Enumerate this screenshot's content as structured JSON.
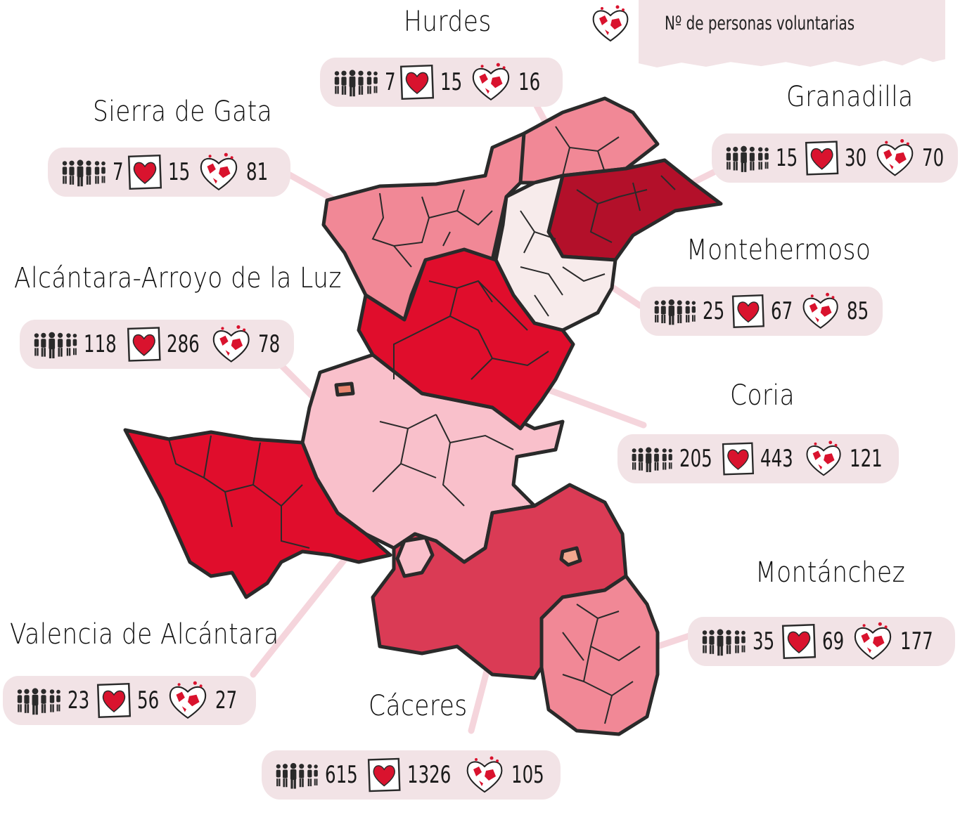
{
  "legend": {
    "label": "Nº de personas voluntarias",
    "icon": "globe-heart-icon"
  },
  "colors": {
    "outline": "#2a2a2a",
    "dark_red": "#b3102a",
    "red": "#e00d2c",
    "crimson": "#da3b55",
    "pink": "#f18896",
    "light_pink": "#f9c0cb",
    "very_light": "#f7ebeb",
    "label_bg": "#f2e3e6",
    "leader": "#f5d5dc"
  },
  "regions": [
    {
      "name": "Hurdes",
      "people": "7",
      "hearts": "15",
      "volunteers": "16"
    },
    {
      "name": "Sierra de Gata",
      "people": "7",
      "hearts": "15",
      "volunteers": "81"
    },
    {
      "name": "Granadilla",
      "people": "15",
      "hearts": "30",
      "volunteers": "70"
    },
    {
      "name": "Montehermoso",
      "people": "25",
      "hearts": "67",
      "volunteers": "85"
    },
    {
      "name": "Alcántara-Arroyo de la Luz",
      "people": "118",
      "hearts": "286",
      "volunteers": "78"
    },
    {
      "name": "Coria",
      "people": "205",
      "hearts": "443",
      "volunteers": "121"
    },
    {
      "name": "Montánchez",
      "people": "35",
      "hearts": "69",
      "volunteers": "177"
    },
    {
      "name": "Valencia de Alcántara",
      "people": "23",
      "hearts": "56",
      "volunteers": "27"
    },
    {
      "name": "Cáceres",
      "people": "615",
      "hearts": "1326",
      "volunteers": "105"
    }
  ]
}
